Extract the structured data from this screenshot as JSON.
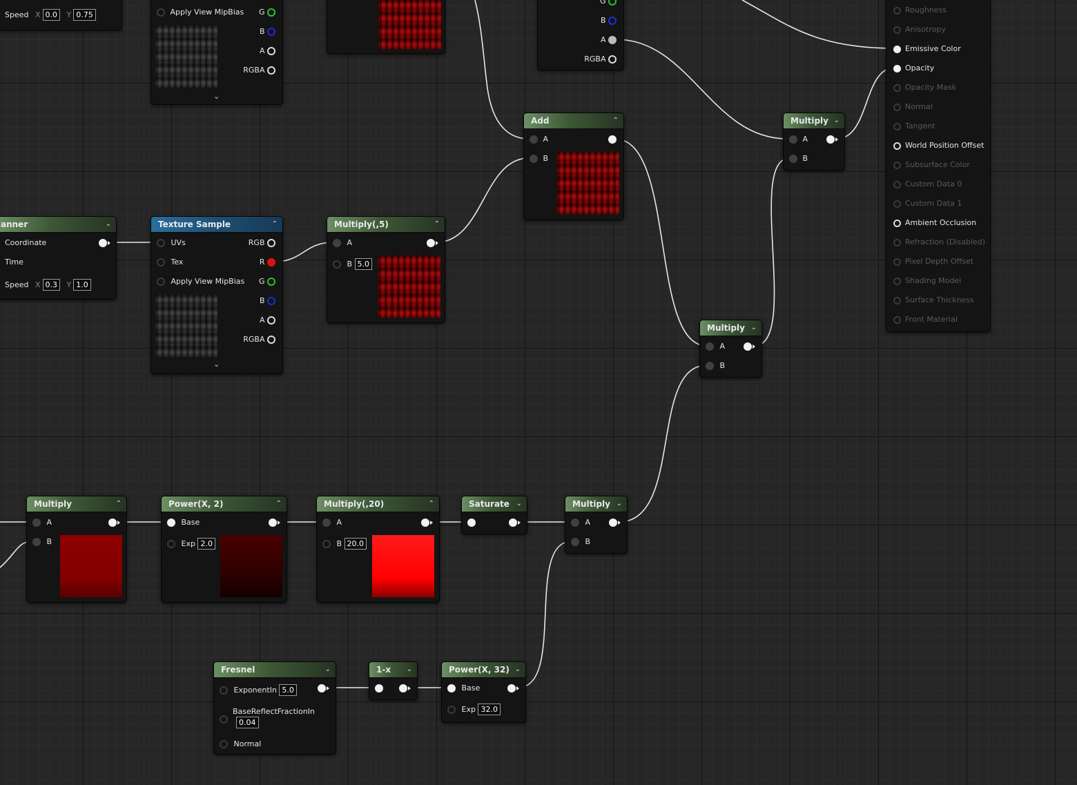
{
  "colors": {
    "wire": "#e8e8e8",
    "header_green": "#4a6a44",
    "header_blue": "#1f5a85",
    "pin_red": "#e01010",
    "pin_green": "#2fc12f",
    "pin_blue": "#1c2fd8"
  },
  "panner_top": {
    "speed_label": "Speed",
    "x_label": "X",
    "x_value": "0.0",
    "y_label": "Y",
    "y_value": "0.75"
  },
  "texture_top": {
    "mipbias": "Apply View MipBias",
    "g": "G",
    "b": "B",
    "a": "A",
    "rgba": "RGBA"
  },
  "top_rgba_node": {
    "g": "G",
    "b": "B",
    "a": "A",
    "rgba": "RGBA"
  },
  "add": {
    "title": "Add",
    "a": "A",
    "b": "B"
  },
  "multiply_top": {
    "title": "Multiply",
    "a": "A",
    "b": "B"
  },
  "panner": {
    "title": "anner",
    "coordinate": "Coordinate",
    "time": "Time",
    "speed_label": "Speed",
    "x_label": "X",
    "x_value": "0.3",
    "y_label": "Y",
    "y_value": "1.0"
  },
  "texture_sample": {
    "title": "Texture Sample",
    "uvs": "UVs",
    "tex": "Tex",
    "mipbias": "Apply View MipBias",
    "rgb": "RGB",
    "r": "R",
    "g": "G",
    "b": "B",
    "a": "A",
    "rgba": "RGBA"
  },
  "multiply5": {
    "title": "Multiply(,5)",
    "a": "A",
    "b": "B",
    "b_value": "5.0"
  },
  "multiply_mid": {
    "title": "Multiply",
    "a": "A",
    "b": "B"
  },
  "material": {
    "inputs": [
      {
        "label": "Roughness",
        "active": false
      },
      {
        "label": "Anisotropy",
        "active": false
      },
      {
        "label": "Emissive Color",
        "active": true
      },
      {
        "label": "Opacity",
        "active": true
      },
      {
        "label": "Opacity Mask",
        "active": false
      },
      {
        "label": "Normal",
        "active": false
      },
      {
        "label": "Tangent",
        "active": false
      },
      {
        "label": "World Position Offset",
        "active": true
      },
      {
        "label": "Subsurface Color",
        "active": false
      },
      {
        "label": "Custom Data 0",
        "active": false
      },
      {
        "label": "Custom Data 1",
        "active": false
      },
      {
        "label": "Ambient Occlusion",
        "active": true
      },
      {
        "label": "Refraction (Disabled)",
        "active": false
      },
      {
        "label": "Pixel Depth Offset",
        "active": false
      },
      {
        "label": "Shading Model",
        "active": false
      },
      {
        "label": "Surface Thickness",
        "active": false
      },
      {
        "label": "Front Material",
        "active": false
      }
    ]
  },
  "multiply_bl": {
    "title": "Multiply",
    "a": "A",
    "b": "B"
  },
  "power2": {
    "title": "Power(X, 2)",
    "base": "Base",
    "exp": "Exp",
    "exp_value": "2.0"
  },
  "multiply20": {
    "title": "Multiply(,20)",
    "a": "A",
    "b": "B",
    "b_value": "20.0"
  },
  "saturate": {
    "title": "Saturate"
  },
  "multiply_br": {
    "title": "Multiply",
    "a": "A",
    "b": "B"
  },
  "fresnel": {
    "title": "Fresnel",
    "exponent": "ExponentIn",
    "exponent_value": "5.0",
    "base_reflect": "BaseReflectFractionIn",
    "base_reflect_value": "0.04",
    "normal": "Normal"
  },
  "one_minus": {
    "title": "1-x"
  },
  "power32": {
    "title": "Power(X, 32)",
    "base": "Base",
    "exp": "Exp",
    "exp_value": "32.0"
  }
}
